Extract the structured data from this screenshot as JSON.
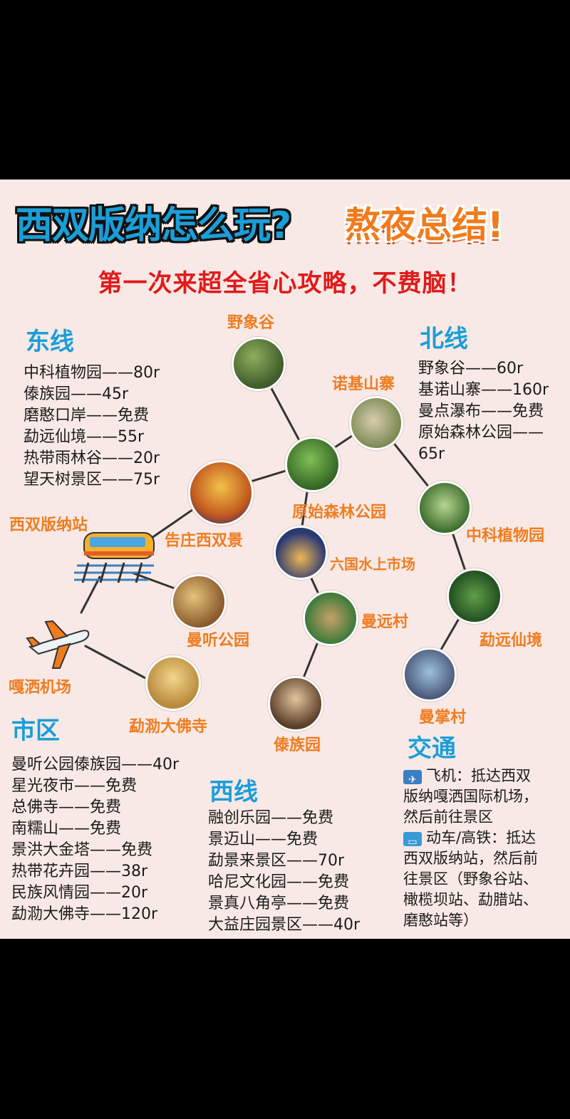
{
  "title": {
    "left": "西双版纳怎么玩?",
    "right": "熬夜总结!"
  },
  "subtitle": "第一次来超全省心攻略，不费脑！",
  "sections": {
    "east": {
      "title": "东线",
      "items": [
        "中科植物园——80r",
        "傣族园——45r",
        "磨憨口岸——免费",
        "勐远仙境——55r",
        "热带雨林谷——20r",
        "望天树景区——75r"
      ]
    },
    "north": {
      "title": "北线",
      "items": [
        "野象谷——60r",
        "基诺山寨——160r",
        "曼点瀑布——免费",
        "原始森林公园——",
        "65r"
      ]
    },
    "city": {
      "title": "市区",
      "items": [
        "曼听公园傣族园——40r",
        "星光夜市——免费",
        "总佛寺——免费",
        "南糯山——免费",
        "景洪大金塔——免费",
        "热带花卉园——38r",
        "民族风情园——20r",
        "勐泐大佛寺——120r"
      ]
    },
    "west": {
      "title": "西线",
      "items": [
        "融创乐园——免费",
        "景迈山——免费",
        "勐景来景区——70r",
        "哈尼文化园——免费",
        "景真八角亭——免费",
        "大益庄园景区——40r"
      ]
    },
    "transport": {
      "title": "交通",
      "lines": [
        "飞机：抵达西双",
        "版纳嘎洒国际机场，",
        "然后前往景区",
        "动车/高铁：抵达",
        "西双版纳站，然后前",
        "往景区（野象谷站、",
        "橄榄坝站、勐腊站、",
        "磨憨站等）"
      ],
      "icons": [
        "plane-icon",
        "train-icon"
      ]
    }
  },
  "places": {
    "yexianggu": "野象谷",
    "jinuo": "诺基山寨",
    "forest": "原始森林公园",
    "gaozhuang": "告庄西双景",
    "station": "西双版纳站",
    "liuguo": "六国水上市场",
    "zhongke": "中科植物园",
    "mantin": "曼听公园",
    "manyuan": "曼远村",
    "mengyuan": "勐远仙境",
    "airport": "嘎洒机场",
    "dafosi": "勐泐大佛寺",
    "daizu": "傣族园",
    "manzhang": "曼掌村"
  },
  "colors": {
    "title_blue": "#1a9ed8",
    "title_orange": "#f07b1c",
    "subtitle_red": "#e11a1a",
    "place_orange": "#ee7d21",
    "poster_bg": "#f8e9e6"
  }
}
